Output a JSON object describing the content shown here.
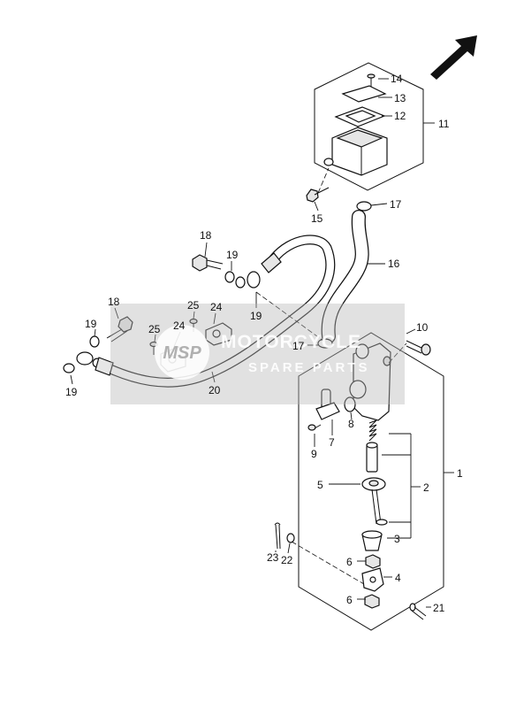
{
  "watermark": {
    "brand": "MOTORCYCLE",
    "sub": "SPARE PARTS",
    "logo": "MSP"
  },
  "callouts": {
    "c1": "1",
    "c2": "2",
    "c3": "3",
    "c4": "4",
    "c5": "5",
    "c6a": "6",
    "c6b": "6",
    "c7": "7",
    "c8": "8",
    "c9": "9",
    "c10": "10",
    "c11": "11",
    "c12": "12",
    "c13": "13",
    "c14": "14",
    "c15": "15",
    "c16": "16",
    "c17a": "17",
    "c17b": "17",
    "c18a": "18",
    "c18b": "18",
    "c19a": "19",
    "c19b": "19",
    "c19c": "19",
    "c19d": "19",
    "c20": "20",
    "c21": "21",
    "c22": "22",
    "c23": "23",
    "c24a": "24",
    "c24b": "24",
    "c25a": "25",
    "c25b": "25"
  }
}
